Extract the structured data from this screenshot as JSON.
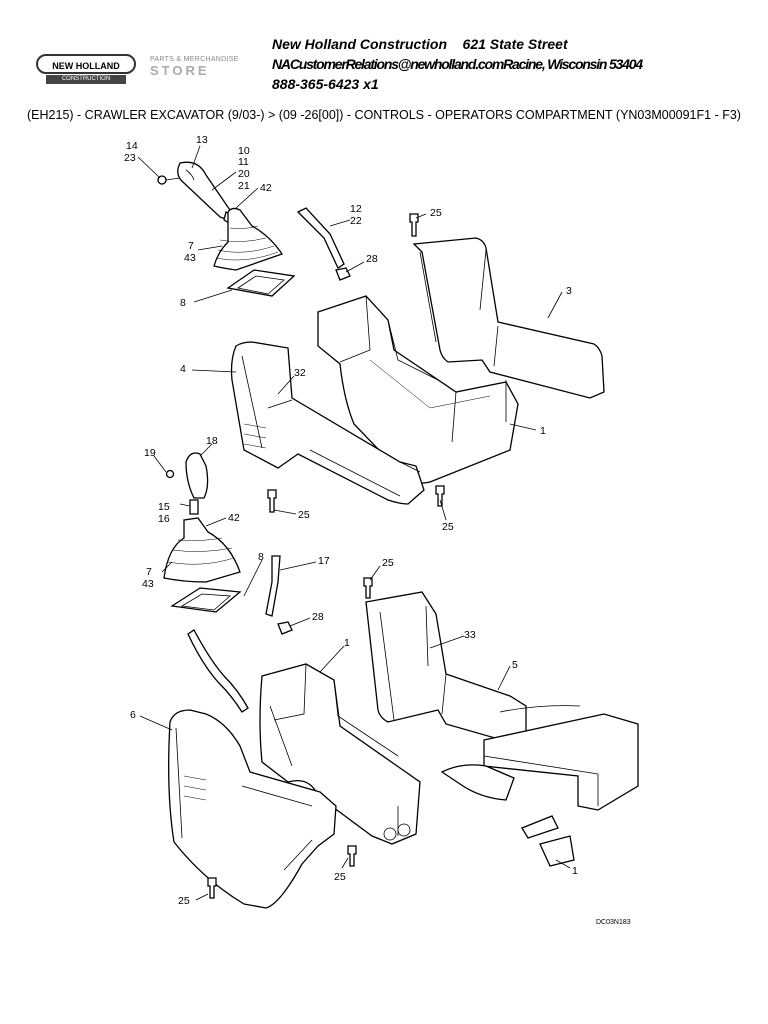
{
  "header": {
    "logo_brand": "NEW HOLLAND",
    "logo_sub": "CONSTRUCTION",
    "store_tag": "PARTS & MERCHANDISE",
    "store_word": "STORE",
    "company_line": "New Holland Construction    621 State Street",
    "email_line": "NACustomerRelations@newholland.comRacine, Wisconsin 53404",
    "phone_line": "888-365-6423 x1"
  },
  "breadcrumb": "(EH215) - CRAWLER EXCAVATOR (9/03-) > (09 -26[00]) - CONTROLS - OPERATORS COMPARTMENT (YN03M00091F1 - F3)",
  "diagram": {
    "drawing_code": "DC03N183",
    "callouts": {
      "c14": "14",
      "c23a": "23",
      "c13": "13",
      "c10": "10",
      "c11": "11",
      "c20": "20",
      "c21": "21",
      "c42a": "42",
      "c7a": "7",
      "c43a": "43",
      "c8a": "8",
      "c12": "12",
      "c22": "22",
      "c28a": "28",
      "c25a": "25",
      "c3": "3",
      "c4": "4",
      "c32": "32",
      "c1a": "1",
      "c19": "19",
      "c18": "18",
      "c15": "15",
      "c16": "16",
      "c25b": "25",
      "c25c": "25",
      "c42b": "42",
      "c7b": "7",
      "c43b": "43",
      "c8b": "8",
      "c17": "17",
      "c25d": "25",
      "c28b": "28",
      "c33": "33",
      "c1b": "1",
      "c5": "5",
      "c6": "6",
      "c25e": "25",
      "c25f": "25",
      "c1c": "1"
    }
  }
}
